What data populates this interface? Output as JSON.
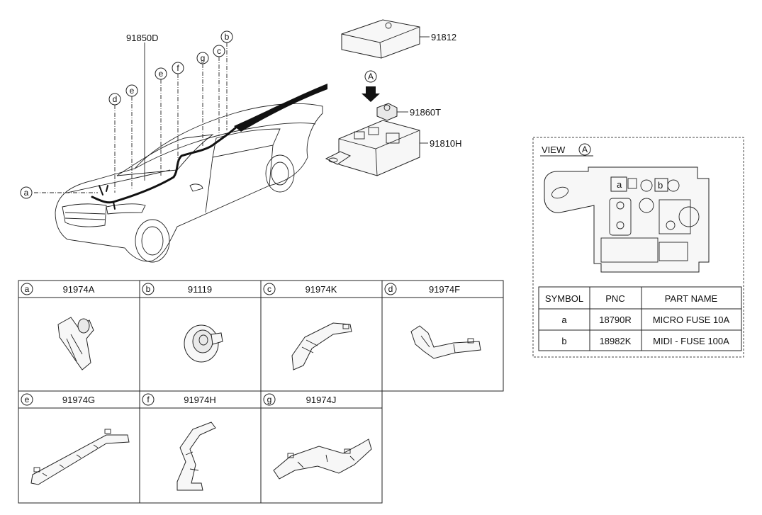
{
  "harness": {
    "main_part": "91850D",
    "callouts": [
      "a",
      "b",
      "c",
      "d",
      "e",
      "e",
      "f",
      "g"
    ]
  },
  "junction_box": {
    "cover": "91812",
    "terminal": "91860T",
    "box": "91810H",
    "view_marker": "A"
  },
  "view_panel": {
    "title": "VIEW",
    "marker": "A",
    "box_labels": [
      "a",
      "b"
    ],
    "table": {
      "headers": [
        "SYMBOL",
        "PNC",
        "PART NAME"
      ],
      "rows": [
        [
          "a",
          "18790R",
          "MICRO FUSE 10A"
        ],
        [
          "b",
          "18982K",
          "MIDI - FUSE 100A"
        ]
      ]
    }
  },
  "parts_grid": {
    "cells": [
      {
        "symbol": "a",
        "pnc": "91974A"
      },
      {
        "symbol": "b",
        "pnc": "91119"
      },
      {
        "symbol": "c",
        "pnc": "91974K"
      },
      {
        "symbol": "d",
        "pnc": "91974F"
      },
      {
        "symbol": "e",
        "pnc": "91974G"
      },
      {
        "symbol": "f",
        "pnc": "91974H"
      },
      {
        "symbol": "g",
        "pnc": "91974J"
      }
    ]
  }
}
